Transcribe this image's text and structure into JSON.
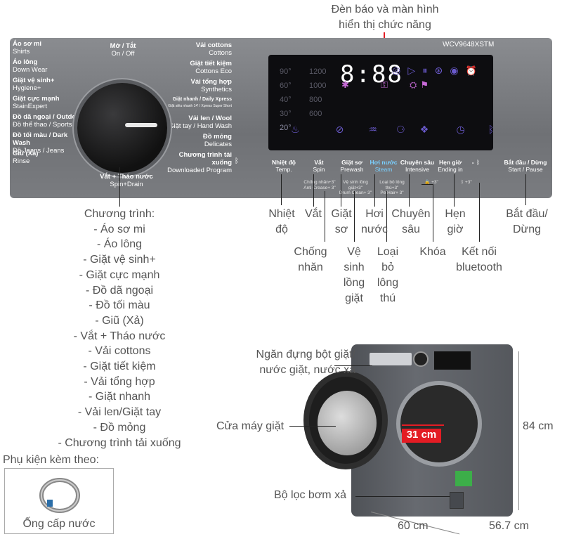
{
  "top_caption": [
    "Đèn báo và màn hình",
    "hiển thị chức năng"
  ],
  "model": "WCV9648XSTM",
  "programs_left": [
    {
      "vi": "Áo sơ mi",
      "en": "Shirts"
    },
    {
      "vi": "Áo lông",
      "en": "Down Wear"
    },
    {
      "vi": "Giặt vệ sinh+",
      "en": "Hygiene+"
    },
    {
      "vi": "Giặt cực mạnh",
      "en": "StainExpert"
    },
    {
      "vi": "Đồ dã ngoại / Outdoor",
      "en": "Đồ thể thao / Sports"
    },
    {
      "vi": "Đồ tối màu / Dark Wash",
      "en": "Đồ Jeans / Jeans"
    },
    {
      "vi": "Giũ (Xả)",
      "en": "Rinse"
    }
  ],
  "on_off": {
    "vi": "Mở / Tắt",
    "en": "On / Off"
  },
  "spin_drain": {
    "vi": "Vắt + Tháo nước",
    "en": "Spin+Drain"
  },
  "programs_right": [
    {
      "vi": "Vải cottons",
      "en": "Cottons"
    },
    {
      "vi": "Giặt tiết kiệm",
      "en": "Cottons Eco"
    },
    {
      "vi": "Vải tổng hợp",
      "en": "Synthetics"
    },
    {
      "vi": "Giặt nhanh / Daily Xpress",
      "en": "Giặt siêu nhanh 14' / Xpress Super Short"
    },
    {
      "vi": "Vải len / Wool",
      "en": "Giặt tay / Hand Wash"
    },
    {
      "vi": "Đồ mỏng",
      "en": "Delicates"
    },
    {
      "vi": "Chương trình tải xuống",
      "en": "Downloaded Program"
    }
  ],
  "temps": [
    "90°",
    "60°",
    "40°",
    "30°",
    "20°"
  ],
  "speeds": [
    "1200",
    "1000",
    "800",
    "600"
  ],
  "display_digits": "8:88",
  "buttons": [
    {
      "vi": "Nhiệt độ",
      "en": "Temp."
    },
    {
      "vi": "Vắt",
      "en": "Spin"
    },
    {
      "vi": "Giặt sơ",
      "en": "Prewash"
    },
    {
      "vi": "Hơi nước",
      "en": "Steam"
    },
    {
      "vi": "Chuyên sâu",
      "en": "Intensive"
    },
    {
      "vi": "Hẹn giờ",
      "en": "Ending in"
    }
  ],
  "sub_buttons": [
    {
      "vi": "Chống nhăn+3\"",
      "en": "Anti Crease+ 3\""
    },
    {
      "vi": "Vệ sinh lồng giặt+3\"",
      "en": "Drum Clean+ 3\""
    },
    {
      "vi": "Loại bỏ lông thú+3\"",
      "en": "PetHair+ 3\""
    },
    {
      "vi": "+3\"",
      "en": ""
    },
    {
      "vi": "+3\"",
      "en": ""
    }
  ],
  "start_pause": {
    "vi": "Bắt đầu / Dừng",
    "en": "Start / Pause"
  },
  "callouts_row1": [
    "Nhiệt độ",
    "Vắt",
    "Giặt sơ",
    "Hơi nước",
    "Chuyên sâu",
    "Hẹn giờ",
    "Bắt đầu/ Dừng"
  ],
  "callouts_row2": [
    "Chống nhăn",
    "Vệ sinh lồng giặt",
    "Loại bỏ lông thú",
    "Khóa",
    "Kết nối bluetooth"
  ],
  "program_list_title": "Chương trình:",
  "program_list": [
    "- Áo sơ mi",
    "- Áo lông",
    "- Giặt vệ sinh+",
    "- Giặt cực mạnh",
    "- Đồ dã ngoại",
    "- Đồ tối màu",
    "- Giũ (Xả)",
    "- Vắt + Tháo nước",
    "- Vải cottons",
    "- Giặt tiết kiệm",
    "- Vải tổng hợp",
    "- Giặt nhanh",
    "- Vải len/Giặt tay",
    "- Đồ mỏng",
    "- Chương trình tải xuống"
  ],
  "accessories_title": "Phụ kiện kèm theo:",
  "accessory": "Ống cấp nước",
  "machine_labels": {
    "drawer": [
      "Ngăn đựng bột giặt/",
      "nước giặt, nước xả"
    ],
    "door": "Cửa máy giặt",
    "filter": "Bộ lọc bơm xả",
    "door_size": "31 cm",
    "height": "84 cm",
    "width": "60 cm",
    "depth": "56.7 cm"
  },
  "colors": {
    "accent": "#e31c24",
    "panel": "#7a7c80",
    "display_icon": "#6a5acd"
  }
}
